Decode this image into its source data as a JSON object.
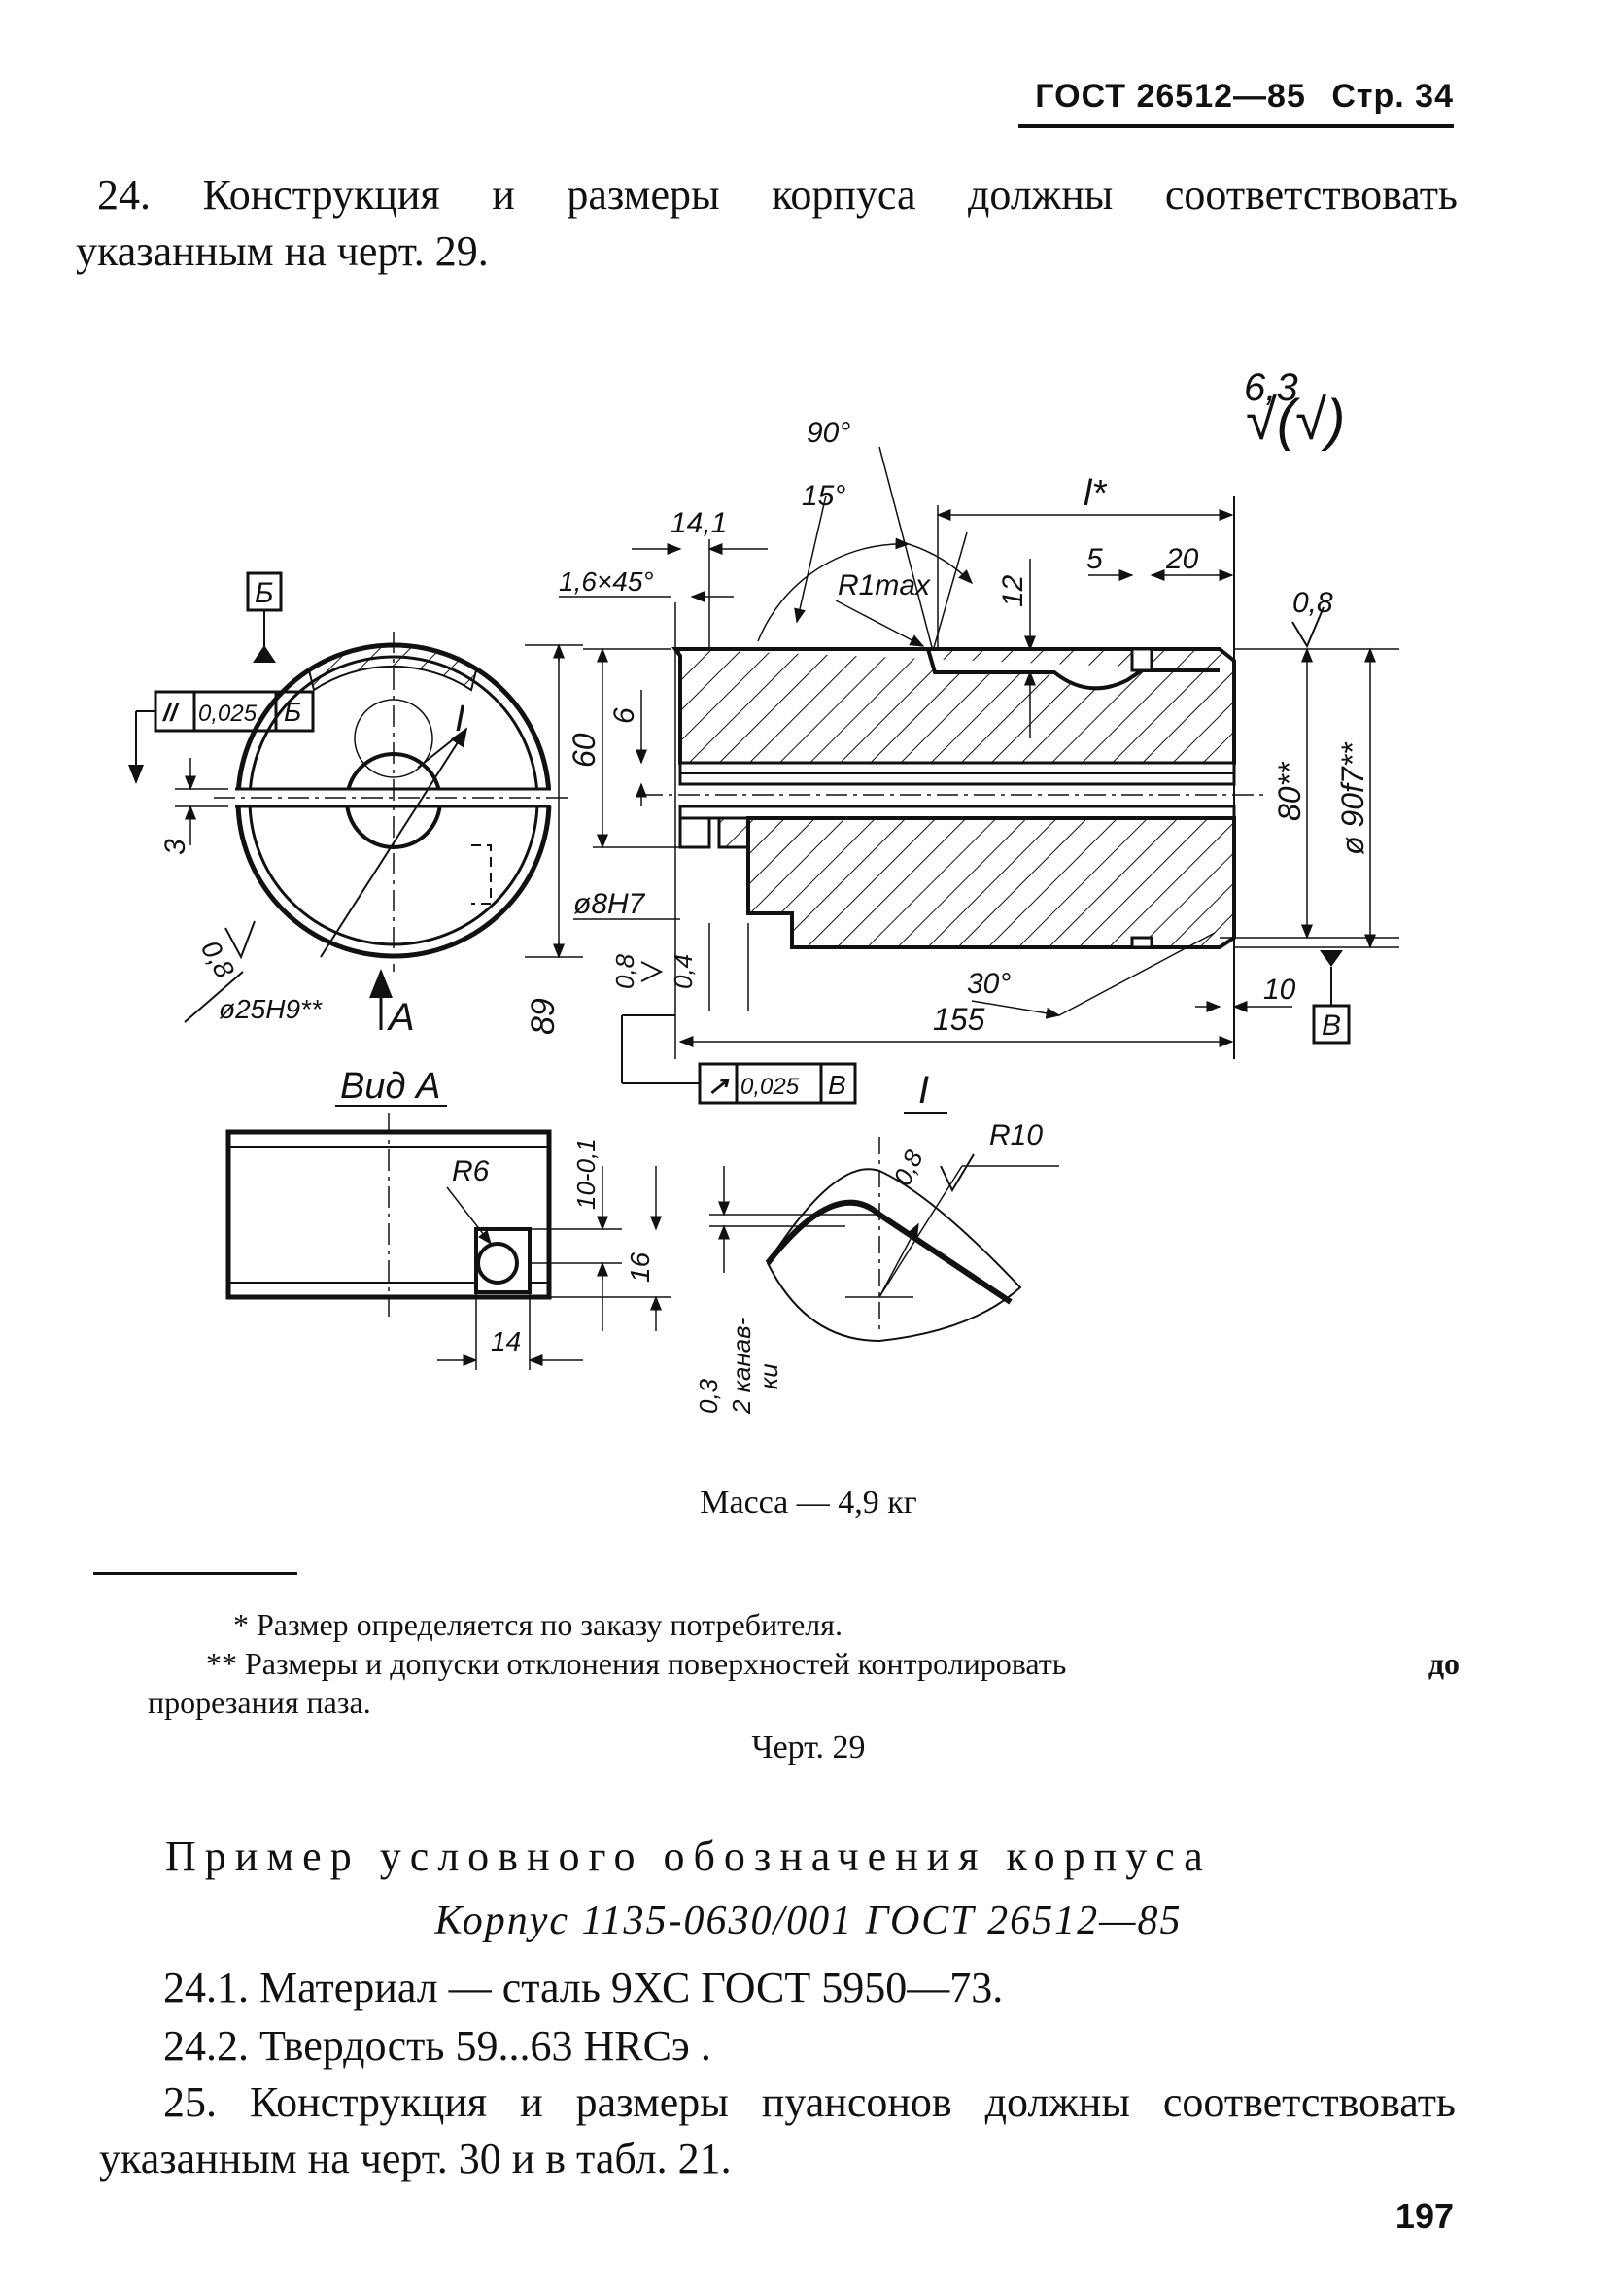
{
  "header": {
    "standard": "ГОСТ 26512—85",
    "page": "Стр. 34"
  },
  "para24": {
    "line1": "24. Конструкция и размеры корпуса должны соответствовать",
    "line2": "указанным на черт. 29."
  },
  "drawing": {
    "roughness_value": "6,3",
    "roughness_symbol": "√(√)",
    "dim_90deg": "90°",
    "dim_15deg": "15°",
    "dim_l": "l*",
    "dim_14_1": "14,1",
    "dim_chamfer": "1,6×45°",
    "dim_rmax": "R1max",
    "dim_12": "12",
    "dim_5": "5",
    "dim_20": "20",
    "dim_08_a": "0,8",
    "datum_b": "Б",
    "tol_parallel_symbol": "//",
    "tol_parallel_value": "0,025",
    "tol_parallel_datum": "Б",
    "detail_label": "I",
    "dim_3": "3",
    "dim_60": "60",
    "dim_6": "6",
    "dim_80": "80**",
    "dim_d90": "ø 90f7**",
    "dim_d8h7": "ø8H7",
    "dim_08_b": "0,8",
    "dim_08_c": "0,8",
    "dim_04": "0,4",
    "dim_30deg": "30°",
    "dim_10": "10",
    "datum_v": "В",
    "dim_d25": "ø25H9**",
    "view_arrow": "A",
    "dim_89": "89",
    "dim_155": "155",
    "tol_runout_symbol": "↗",
    "tol_runout_value": "0,025",
    "tol_runout_datum": "В",
    "detail_title": "I",
    "view_title": "Вид А",
    "dim_r6": "R6",
    "dim_10_01": "10-0,1",
    "dim_16": "16",
    "dim_14": "14",
    "dim_r10": "R10",
    "dim_08_d": "0,8",
    "dim_03": "0,3",
    "dim_grooves": "2 канав-",
    "dim_grooves2": "ки"
  },
  "mass": "Масса — 4,9 кг",
  "footnotes": {
    "fn1": "* Размер определяется по заказу потребителя.",
    "fn2a": "** Размеры и допуски отклонения поверхностей контролировать",
    "fn2b": "до",
    "fn3": "прорезания паза."
  },
  "chert": "Черт. 29",
  "example": "Пример условного обозначения корпуса",
  "designation": "Корпус 1135-0630/001 ГОСТ 26512—85",
  "p241": "24.1. Материал — сталь 9ХС ГОСТ 5950—73.",
  "p242": "24.2. Твердость 59...63 HRCэ .",
  "para25": {
    "line1": "25. Конструкция и размеры пуансонов должны соответствовать",
    "line2": "указанным на черт. 30 и в табл. 21."
  },
  "page_number": "197"
}
